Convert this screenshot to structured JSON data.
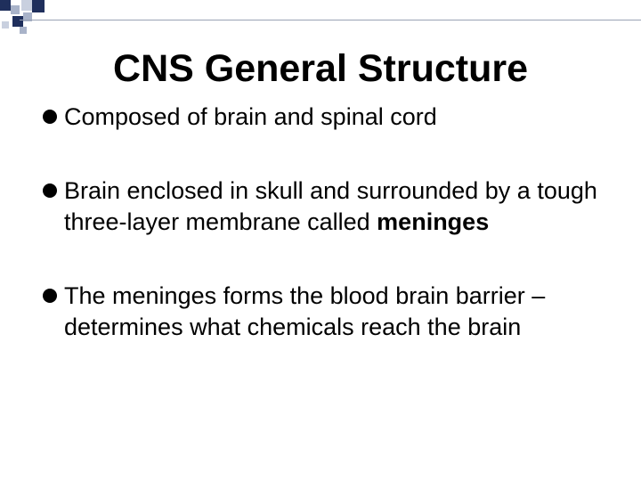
{
  "colors": {
    "background": "#ffffff",
    "text": "#000000",
    "accent_dark": "#1f2f5c",
    "accent_light": "#a9b3c9",
    "rule": "#9aa3b5"
  },
  "slide": {
    "title": "CNS General Structure",
    "bullets": [
      {
        "text": "Composed of brain and spinal cord",
        "bold": ""
      },
      {
        "text": "Brain enclosed in skull and surrounded by a tough three-layer membrane called ",
        "bold": "meninges"
      },
      {
        "text": "The meninges forms the blood brain barrier – determines what chemicals reach the brain",
        "bold": ""
      }
    ]
  }
}
